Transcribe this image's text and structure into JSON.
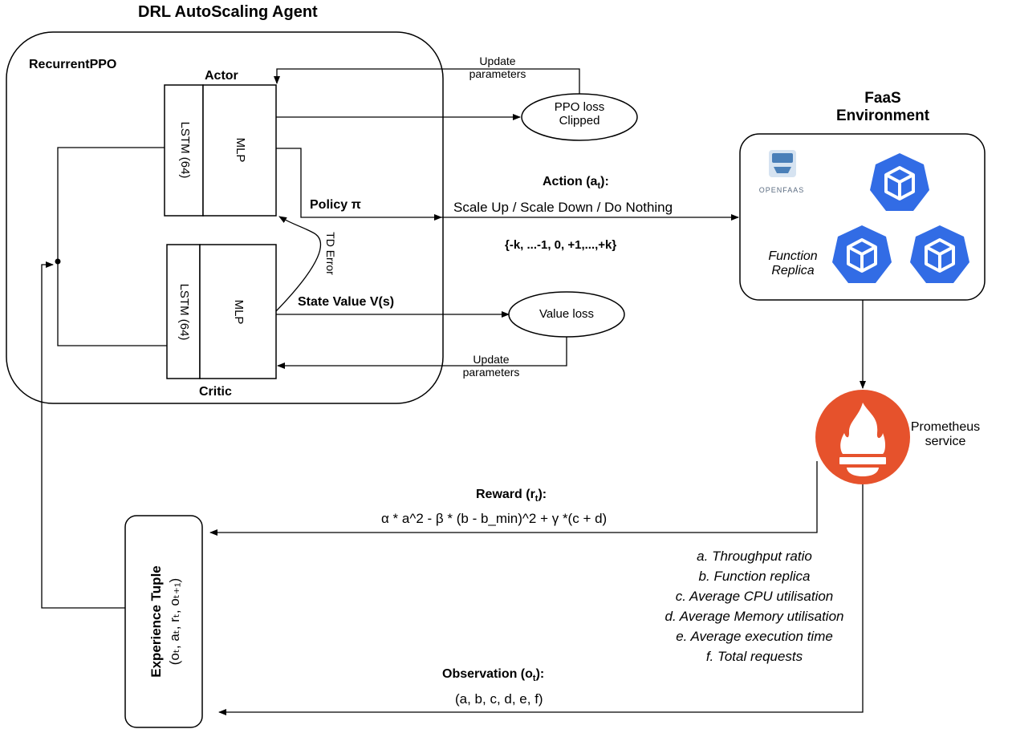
{
  "agent": {
    "title": "DRL AutoScaling Agent",
    "algorithm": "RecurrentPPO",
    "actor_label": "Actor",
    "critic_label": "Critic",
    "actor_lstm": "LSTM (64)",
    "actor_mlp": "MLP",
    "critic_lstm": "LSTM (64)",
    "critic_mlp": "MLP",
    "policy_label": "Policy π",
    "state_value_label": "State Value V(s)",
    "td_error_label": "TD Error"
  },
  "losses": {
    "ppo_loss_line1": "PPO loss",
    "ppo_loss_line2": "Clipped",
    "value_loss": "Value loss",
    "update_top_line1": "Update",
    "update_top_line2": "parameters",
    "update_bottom_line1": "Update",
    "update_bottom_line2": "parameters"
  },
  "action": {
    "title": "Action (a",
    "title_sub": "t",
    "title_end": "):",
    "description": "Scale Up / Scale Down / Do Nothing",
    "range": "{-k, ...-1, 0, +1,...,+k}"
  },
  "environment": {
    "title_line1": "FaaS",
    "title_line2": "Environment",
    "openfaas_logo_text": "OPENFAAS",
    "replica_label_line1": "Function",
    "replica_label_line2": "Replica"
  },
  "prometheus": {
    "label_line1": "Prometheus",
    "label_line2": "service"
  },
  "reward": {
    "title": "Reward (r",
    "title_sub": "t",
    "title_end": "):",
    "formula": "α * a^2 - β * (b - b_min)^2 + γ *(c + d)"
  },
  "metrics": [
    "a. Throughput ratio",
    "b. Function replica",
    "c. Average CPU utilisation",
    "d. Average Memory utilisation",
    "e. Average execution time",
    "f. Total requests"
  ],
  "observation": {
    "title": "Observation (o",
    "title_sub": "t",
    "title_end": "):",
    "values": "(a, b, c, d, e, f)"
  },
  "experience": {
    "title": "Experience Tuple",
    "tuple": "(oₜ, aₜ, rₜ, oₜ₊₁)"
  },
  "colors": {
    "kubernetes_blue": "#326CE5",
    "prometheus_orange": "#E6522C",
    "line": "#000000"
  }
}
